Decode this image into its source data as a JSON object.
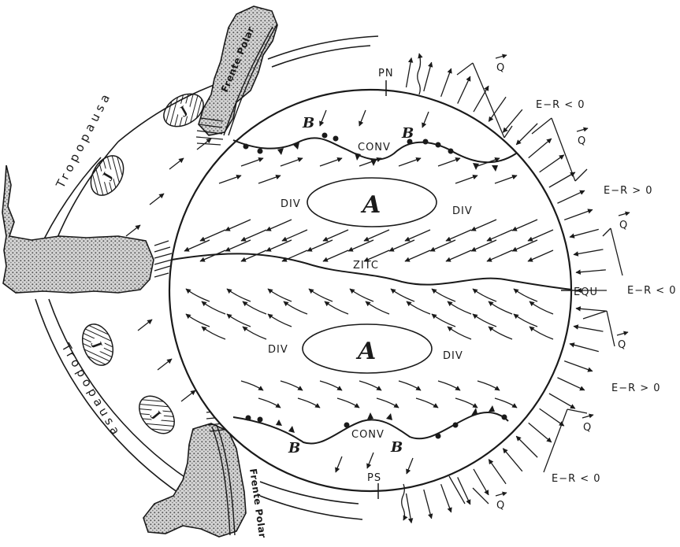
{
  "labels": {
    "pn": "PN",
    "ps": "PS",
    "equ": "EQU",
    "zitc": "ZITC",
    "conv_north": "CONV",
    "conv_south": "CONV",
    "div": "DIV",
    "high": "A",
    "low": "B",
    "jet": "J",
    "tropopausa": "Tropopausa",
    "frente_polar": "Frente Polar",
    "q": "Q",
    "er_neg": "E−R < 0",
    "er_pos": "E−R > 0"
  },
  "colors": {
    "ink": "#1a1a1a",
    "cloud": "#b8b8b8",
    "background": "#ffffff"
  }
}
